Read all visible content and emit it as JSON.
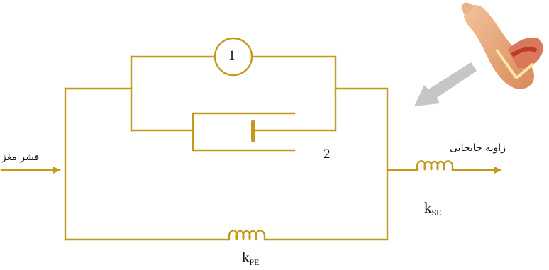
{
  "labels": {
    "element_1": "1",
    "element_2": "2",
    "input": "قشر مغز",
    "output": "زاویه جابجایی",
    "k_se_main": "k",
    "k_se_sub": "SE",
    "k_pe_main": "k",
    "k_pe_sub": "PE"
  },
  "colors": {
    "wire": "#c49a1c",
    "arrow_gray": "#c6c6c6",
    "text": "#111111"
  },
  "icons": {
    "arm": "flexed-arm-image",
    "pointer": "gray-diagonal-arrow"
  }
}
